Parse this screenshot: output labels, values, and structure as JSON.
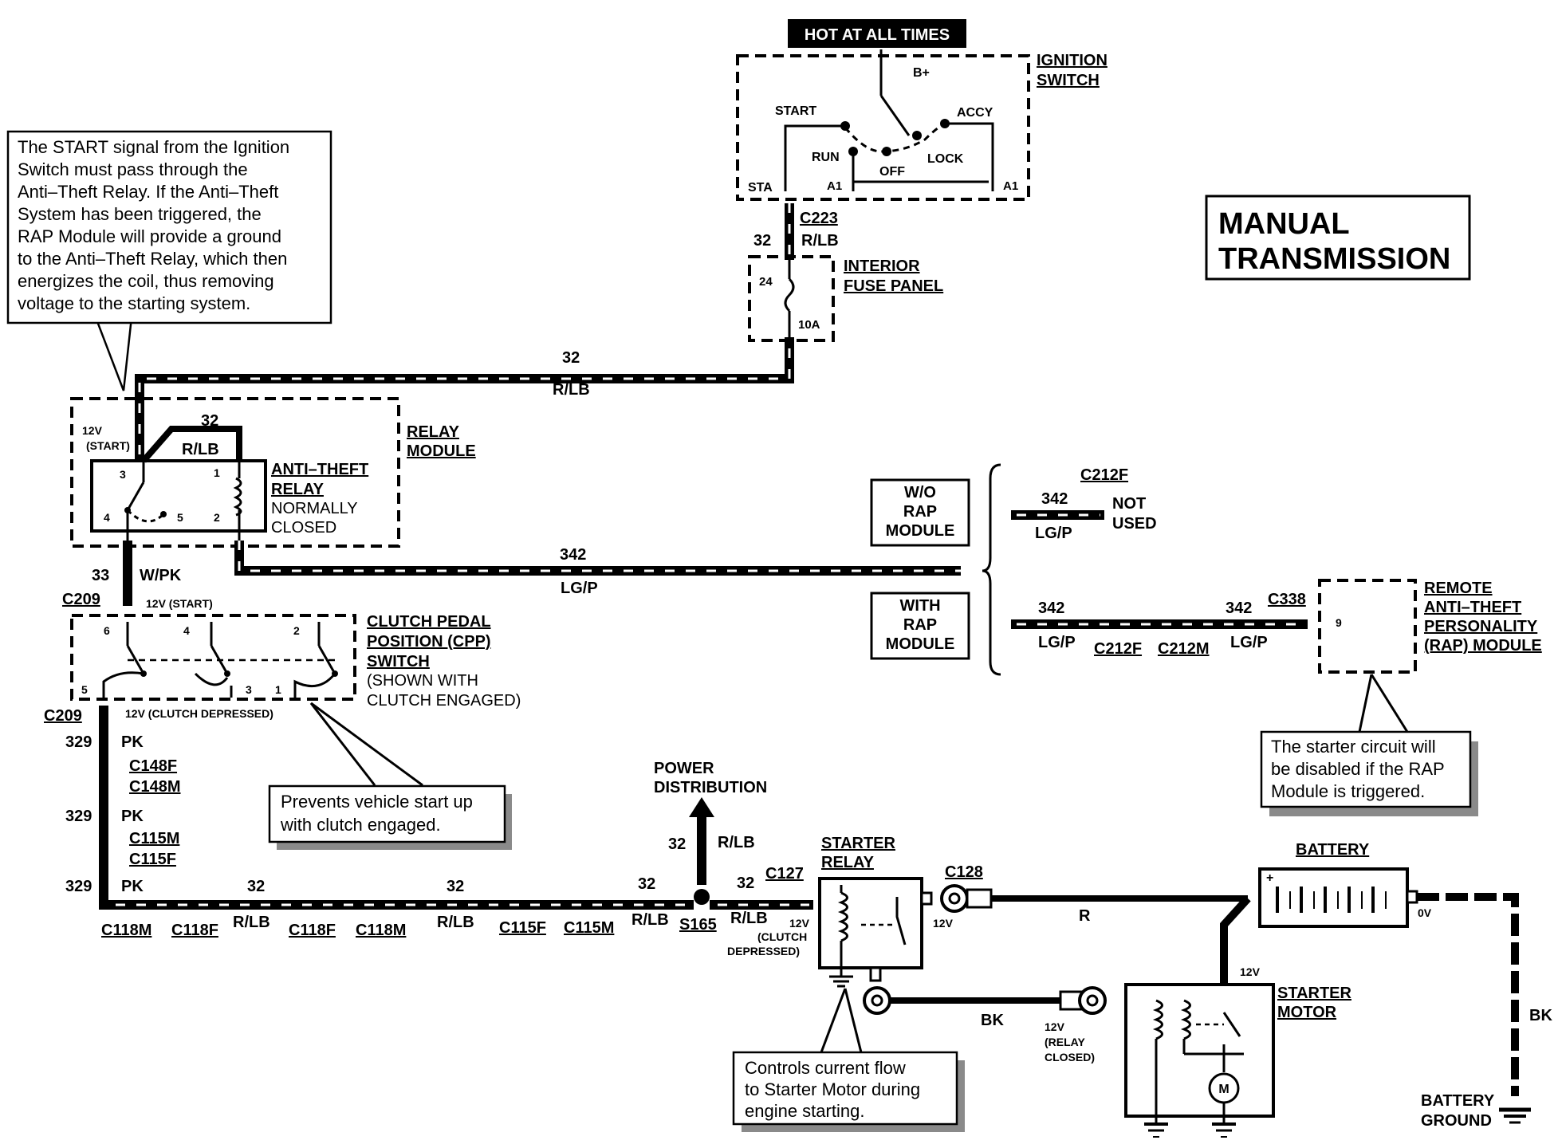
{
  "title_box": {
    "line1": "MANUAL",
    "line2": "TRANSMISSION"
  },
  "hot_at_all_times": "HOT AT ALL TIMES",
  "ignition_switch": {
    "title_line1": "IGNITION",
    "title_line2": "SWITCH",
    "b_plus": "B+",
    "start": "START",
    "accy": "ACCY",
    "run": "RUN",
    "lock": "LOCK",
    "off": "OFF",
    "sta": "STA",
    "a1": "A1"
  },
  "connectors": {
    "c223": "C223",
    "c209": "C209",
    "c148f": "C148F",
    "c148m": "C148M",
    "c115m": "C115M",
    "c115f": "C115F",
    "c118m": "C118M",
    "c118f": "C118F",
    "c127": "C127",
    "c128": "C128",
    "c212f": "C212F",
    "c212m": "C212M",
    "c338": "C338",
    "s165": "S165"
  },
  "fuse_panel": {
    "title_line1": "INTERIOR",
    "title_line2": "FUSE PANEL",
    "fuse_no": "24",
    "rating": "10A"
  },
  "wires": {
    "n32": "32",
    "n33": "33",
    "n329": "329",
    "n342": "342",
    "rlb": "R/LB",
    "wpk": "W/PK",
    "pk": "PK",
    "lgp": "LG/P",
    "r": "R",
    "bk": "BK"
  },
  "relay_module": {
    "title_line1": "RELAY",
    "title_line2": "MODULE",
    "relay_line1": "ANTI–THEFT",
    "relay_line2": "RELAY",
    "nc_line1": "NORMALLY",
    "nc_line2": "CLOSED",
    "v12": "12V",
    "start": "(START)",
    "pins": [
      "3",
      "1",
      "4",
      "5",
      "2"
    ]
  },
  "cpp_switch": {
    "title_line1": "CLUTCH PEDAL",
    "title_line2": "POSITION (CPP)",
    "title_line3": "SWITCH",
    "note_line1": "(SHOWN WITH",
    "note_line2": "CLUTCH ENGAGED)",
    "v12_start": "12V (START)",
    "v12_clutch": "12V (CLUTCH DEPRESSED)",
    "pins": [
      "6",
      "4",
      "2",
      "5",
      "3",
      "1"
    ]
  },
  "rap_variants": {
    "wo": {
      "line1": "W/O",
      "line2": "RAP",
      "line3": "MODULE"
    },
    "with": {
      "line1": "WITH",
      "line2": "RAP",
      "line3": "MODULE"
    },
    "not_used_line1": "NOT",
    "not_used_line2": "USED"
  },
  "rap_module": {
    "line1": "REMOTE",
    "line2": "ANTI–THEFT",
    "line3": "PERSONALITY",
    "line4": "(RAP) MODULE",
    "pin": "9"
  },
  "power_distribution": {
    "line1": "POWER",
    "line2": "DISTRIBUTION"
  },
  "starter_relay": {
    "title_line1": "STARTER",
    "title_line2": "RELAY",
    "v12": "12V",
    "clutch_line1": "(CLUTCH",
    "clutch_line2": "DEPRESSED)",
    "v12_out": "12V"
  },
  "battery": {
    "title": "BATTERY",
    "ov": "0V",
    "ground_line1": "BATTERY",
    "ground_line2": "GROUND"
  },
  "starter_motor": {
    "title_line1": "STARTER",
    "title_line2": "MOTOR",
    "v12": "12V",
    "relay_closed_v": "12V",
    "relay_closed_line1": "(RELAY",
    "relay_closed_line2": "CLOSED)",
    "m": "M"
  },
  "callouts": {
    "start_signal": [
      "The START signal from the Ignition",
      "Switch must pass through the",
      "Anti–Theft Relay. If the Anti–Theft",
      "System has been triggered, the",
      "RAP Module will provide a ground",
      "to the Anti–Theft Relay, which then",
      "energizes the coil, thus removing",
      "voltage to the starting system."
    ],
    "prevents": [
      "Prevents vehicle start up",
      "with clutch engaged."
    ],
    "rap_disabled": [
      "The starter circuit will",
      "be disabled if the RAP",
      "Module is triggered."
    ],
    "controls": [
      "Controls current flow",
      "to Starter Motor during",
      "engine starting."
    ]
  }
}
